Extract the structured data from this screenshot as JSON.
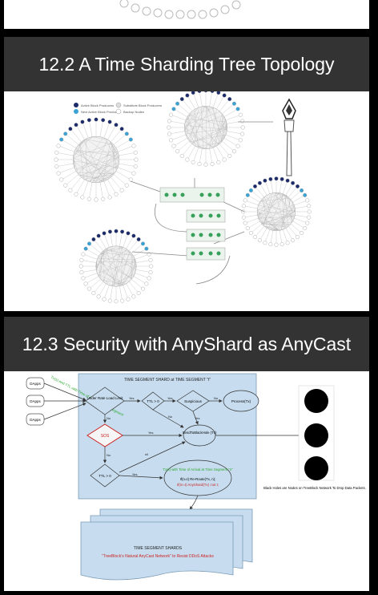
{
  "section1": {
    "title": "12.2 A Time Sharding Tree Topology"
  },
  "section2": {
    "title": "12.3 Security with AnyShard as AnyCast"
  },
  "legend": {
    "items": [
      {
        "label": "Active Block Producers"
      },
      {
        "label": "Next Active Block Producers"
      },
      {
        "label": "Substitute Block Producers"
      },
      {
        "label": "Backup Nodes"
      }
    ]
  },
  "security": {
    "segment_title": "TIME SEGMENT SHARD at TIME SEGMENT \"t\"",
    "dapps": [
      "DApps",
      "DApps",
      "DApps"
    ],
    "arrival_note": "Tx(s) and TTL with Time of Arrival at Time Segment",
    "rate_check": "Under Rate Load Limit",
    "ttl_check_top": "TTL > 0",
    "suspicious": "Suspicious",
    "process": "Process(Tx)",
    "sos": "SOS",
    "send_blackhole": "SendToBlackHole (Tx)",
    "ttl_check_bottom": "TTL > 0",
    "yes": "Yes",
    "no": "No",
    "nil": "nil",
    "arrival_title": "Tx(s) with Time of Arrival at Time Segment \"n\"",
    "reroute": "If(n=t) Re-Route(Tx, n);",
    "anyshard": "If(n!=t) AnyShard(Tx) :not t;",
    "shards_title": "TIME SEGMENT SHARDS",
    "shards_subtitle": "\"TreeBlock's Natural AnyCast Network\" to Resist DDoS Attacks",
    "blackhole_note": "Black Holes are Nodes on TreeBlock Network To Drop Data Packets."
  },
  "colors": {
    "active": "#1b2a6b",
    "next_active": "#3aa3d6",
    "header": "#333333",
    "box_fill": "#c7ddef",
    "red": "#cc2222",
    "green": "#2aa52a"
  }
}
